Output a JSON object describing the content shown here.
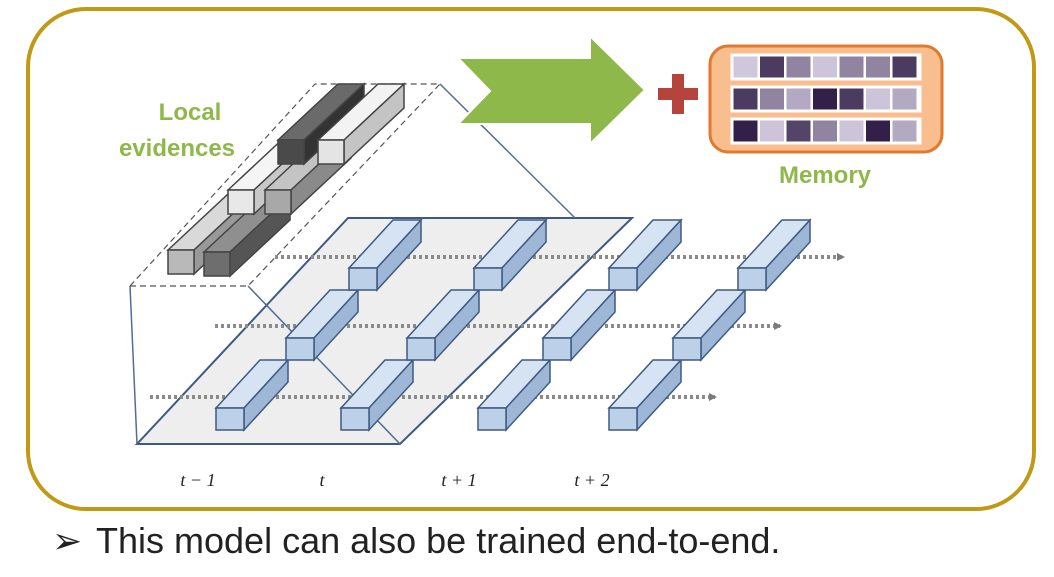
{
  "labels": {
    "local_evidences_line1": "Local",
    "local_evidences_line2": "evidences",
    "memory": "Memory"
  },
  "time_labels": [
    "t − 1",
    "t",
    "t + 1",
    "t + 2"
  ],
  "bullet": {
    "marker": "➢",
    "text": "This model can also be trained end-to-end."
  },
  "memory_cells": [
    [
      0.08,
      0.85,
      0.45,
      0.1,
      0.45,
      0.45,
      0.85
    ],
    [
      0.85,
      0.45,
      0.25,
      1.0,
      0.85,
      0.1,
      0.25
    ],
    [
      1.0,
      0.1,
      0.8,
      0.45,
      0.1,
      1.0,
      0.25
    ]
  ],
  "colors": {
    "frame": "#C09A16",
    "green": "#8FB84A",
    "plus": "#B5443C",
    "memory_bg": "#F9BE8E",
    "memory_border": "#E07A2E",
    "block_fill": "#BCD0E8",
    "block_stroke": "#3E5A82",
    "plane_fill": "#EEEEEE"
  }
}
